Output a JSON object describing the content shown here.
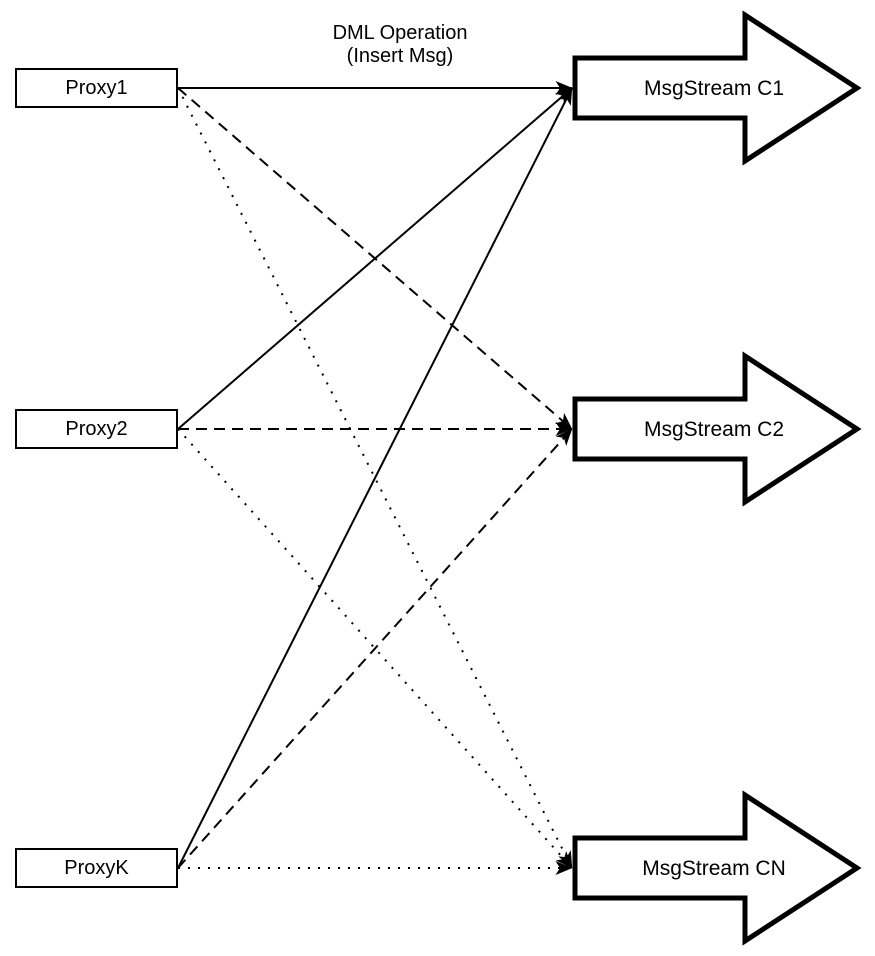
{
  "annotation": {
    "line1": "DML Operation",
    "line2": "(Insert Msg)"
  },
  "proxies": [
    {
      "id": "proxy1",
      "label": "Proxy1"
    },
    {
      "id": "proxy2",
      "label": "Proxy2"
    },
    {
      "id": "proxyk",
      "label": "ProxyK"
    }
  ],
  "streams": [
    {
      "id": "c1",
      "label": "MsgStream C1"
    },
    {
      "id": "c2",
      "label": "MsgStream C2"
    },
    {
      "id": "cn",
      "label": "MsgStream CN"
    }
  ],
  "edges": [
    {
      "from": "proxy1",
      "to": "c1",
      "style": "solid"
    },
    {
      "from": "proxy1",
      "to": "c2",
      "style": "dashed"
    },
    {
      "from": "proxy1",
      "to": "cn",
      "style": "dotted"
    },
    {
      "from": "proxy2",
      "to": "c1",
      "style": "solid"
    },
    {
      "from": "proxy2",
      "to": "c2",
      "style": "dashed"
    },
    {
      "from": "proxy2",
      "to": "cn",
      "style": "dotted"
    },
    {
      "from": "proxyk",
      "to": "c1",
      "style": "solid"
    },
    {
      "from": "proxyk",
      "to": "c2",
      "style": "dashed"
    },
    {
      "from": "proxyk",
      "to": "cn",
      "style": "dotted"
    }
  ],
  "colors": {
    "line": "#000000",
    "shape_stroke": "#000000",
    "shape_fill": "#ffffff",
    "background": "#ffffff",
    "text": "#000000"
  }
}
